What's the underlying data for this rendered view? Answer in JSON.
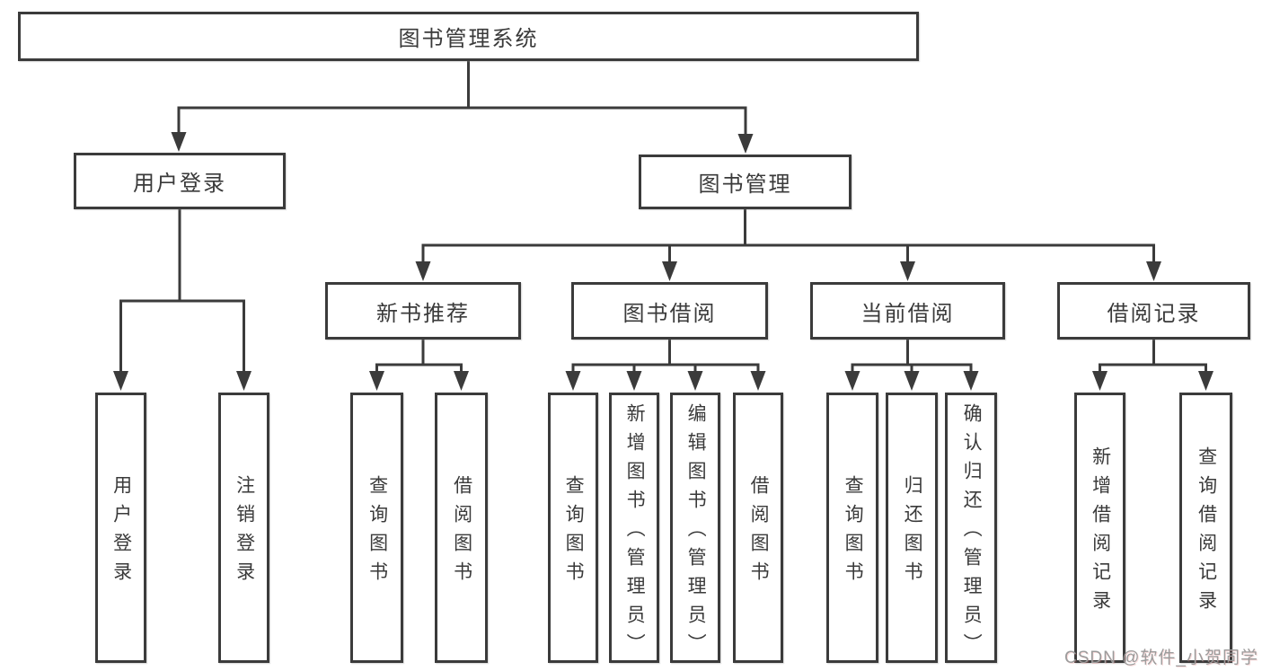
{
  "diagram": {
    "title": "图书管理系统",
    "level2": [
      {
        "label": "用户登录"
      },
      {
        "label": "图书管理"
      }
    ],
    "level3": [
      {
        "label": "新书推荐"
      },
      {
        "label": "图书借阅"
      },
      {
        "label": "当前借阅"
      },
      {
        "label": "借阅记录"
      }
    ],
    "level4": [
      {
        "parent": "用户登录",
        "items": [
          "用户登录",
          "注销登录"
        ]
      },
      {
        "parent": "新书推荐",
        "items": [
          "查询图书",
          "借阅图书"
        ]
      },
      {
        "parent": "图书借阅",
        "items": [
          "查询图书",
          "新增图书（管理员）",
          "编辑图书（管理员）",
          "借阅图书"
        ]
      },
      {
        "parent": "当前借阅",
        "items": [
          "查询图书",
          "归还图书",
          "确认归还（管理员）"
        ]
      },
      {
        "parent": "借阅记录",
        "items": [
          "新增借阅记录",
          "查询借阅记录"
        ]
      }
    ]
  },
  "watermark": {
    "text": "CSDN @软件_小贺同学"
  },
  "colors": {
    "line": "#3b3b3b",
    "text": "#3a3a3a",
    "background": "#ffffff",
    "watermark": "#9b9b9b"
  }
}
